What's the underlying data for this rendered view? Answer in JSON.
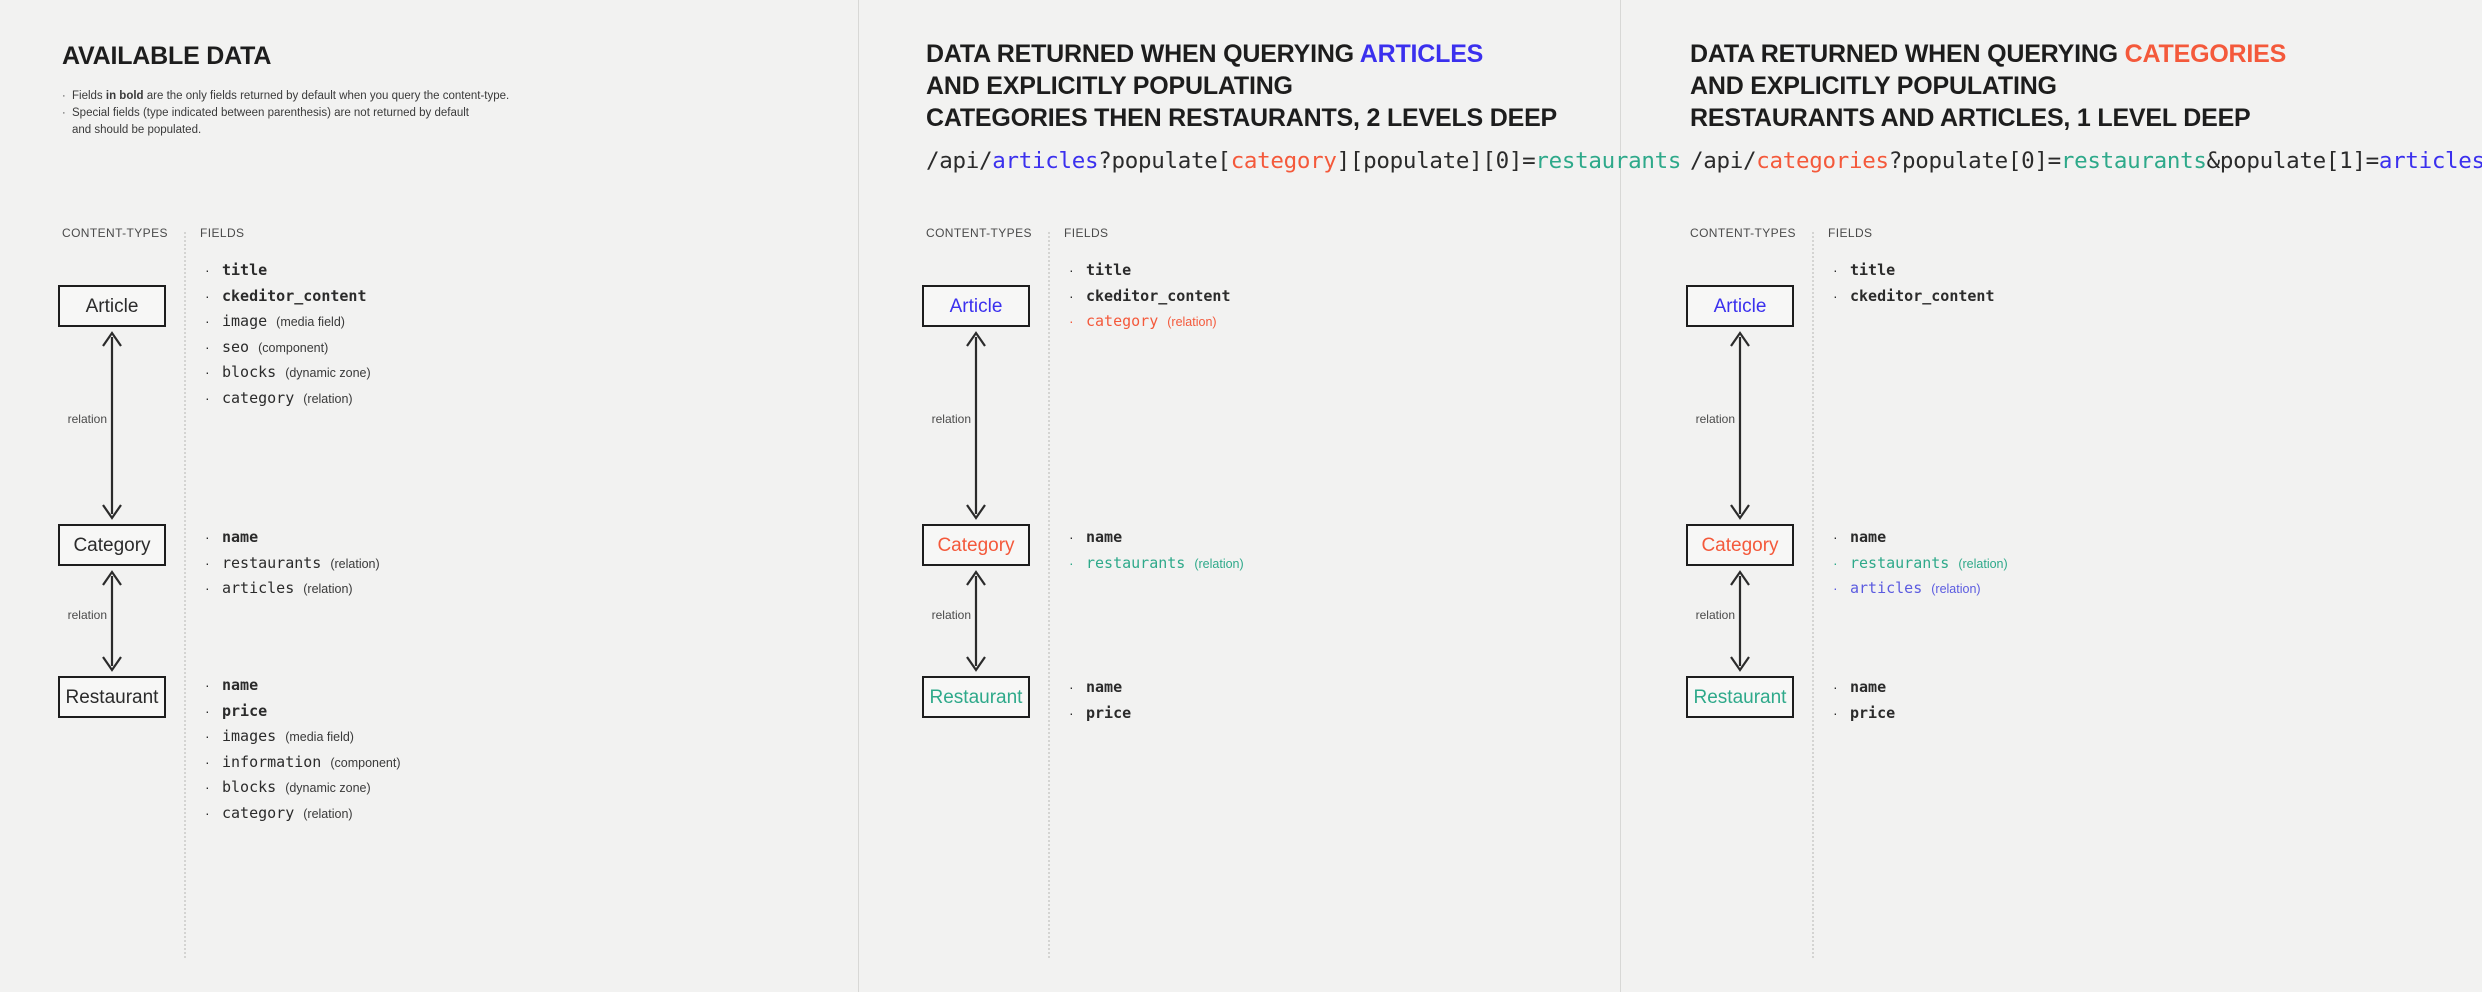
{
  "colors": {
    "background": "#f2f2f1",
    "text": "#1d1d1d",
    "articles_blue": "#3b30ee",
    "categories_red": "#f4593b",
    "restaurants_teal": "#2ea98a",
    "box_border": "#1d1d1d",
    "divider": "#d4d4d2"
  },
  "columns": {
    "available": {
      "heading_prefix": "AVAILABLE DATA",
      "notes": [
        {
          "lead": "Fields ",
          "bold": "in bold",
          "tail": " are the only fields returned by default when you query the content-type."
        },
        {
          "lead": "Special fields (type indicated between parenthesis) are not returned by default",
          "bold": "",
          "tail": ""
        }
      ],
      "note_continuation": "and should be populated.",
      "label_content_types": "CONTENT-TYPES",
      "label_fields": "FIELDS",
      "nodes": [
        {
          "name": "Article",
          "color": "default"
        },
        {
          "name": "Category",
          "color": "default"
        },
        {
          "name": "Restaurant",
          "color": "default"
        }
      ],
      "relations": [
        "relation",
        "relation"
      ],
      "field_groups": [
        {
          "owner": "Article",
          "fields": [
            {
              "name": "title",
              "type": "",
              "bold": true,
              "color": "default"
            },
            {
              "name": "ckeditor_content",
              "type": "",
              "bold": true,
              "color": "default"
            },
            {
              "name": "image",
              "type": "(media field)",
              "bold": false,
              "color": "default"
            },
            {
              "name": "seo",
              "type": "(component)",
              "bold": false,
              "color": "default"
            },
            {
              "name": "blocks",
              "type": "(dynamic zone)",
              "bold": false,
              "color": "default"
            },
            {
              "name": "category",
              "type": "(relation)",
              "bold": false,
              "color": "default"
            }
          ]
        },
        {
          "owner": "Category",
          "fields": [
            {
              "name": "name",
              "type": "",
              "bold": true,
              "color": "default"
            },
            {
              "name": "restaurants",
              "type": "(relation)",
              "bold": false,
              "color": "default"
            },
            {
              "name": "articles",
              "type": "(relation)",
              "bold": false,
              "color": "default"
            }
          ]
        },
        {
          "owner": "Restaurant",
          "fields": [
            {
              "name": "name",
              "type": "",
              "bold": true,
              "color": "default"
            },
            {
              "name": "price",
              "type": "",
              "bold": true,
              "color": "default"
            },
            {
              "name": "images",
              "type": "(media field)",
              "bold": false,
              "color": "default"
            },
            {
              "name": "information",
              "type": "(component)",
              "bold": false,
              "color": "default"
            },
            {
              "name": "blocks",
              "type": "(dynamic zone)",
              "bold": false,
              "color": "default"
            },
            {
              "name": "category",
              "type": "(relation)",
              "bold": false,
              "color": "default"
            }
          ]
        }
      ]
    },
    "articles": {
      "heading_line1_prefix": "DATA RETURNED WHEN QUERYING ",
      "heading_line1_accent": "ARTICLES",
      "heading_line2": "AND EXPLICITLY POPULATING",
      "heading_line3": "CATEGORIES THEN RESTAURANTS, 2 LEVELS DEEP",
      "api": {
        "p1": "/api/",
        "p2": "articles",
        "p3": "?populate[",
        "p4": "category",
        "p5": "][populate][0]=",
        "p6": "restaurants"
      },
      "label_content_types": "CONTENT-TYPES",
      "label_fields": "FIELDS",
      "nodes": [
        {
          "name": "Article",
          "color": "blue"
        },
        {
          "name": "Category",
          "color": "red"
        },
        {
          "name": "Restaurant",
          "color": "teal"
        }
      ],
      "relations": [
        "relation",
        "relation"
      ],
      "field_groups": [
        {
          "owner": "Article",
          "fields": [
            {
              "name": "title",
              "type": "",
              "bold": true,
              "color": "default"
            },
            {
              "name": "ckeditor_content",
              "type": "",
              "bold": true,
              "color": "default"
            },
            {
              "name": "category",
              "type": "(relation)",
              "bold": false,
              "color": "red"
            }
          ]
        },
        {
          "owner": "Category",
          "fields": [
            {
              "name": "name",
              "type": "",
              "bold": true,
              "color": "default"
            },
            {
              "name": "restaurants",
              "type": "(relation)",
              "bold": false,
              "color": "teal"
            }
          ]
        },
        {
          "owner": "Restaurant",
          "fields": [
            {
              "name": "name",
              "type": "",
              "bold": true,
              "color": "default"
            },
            {
              "name": "price",
              "type": "",
              "bold": true,
              "color": "default"
            }
          ]
        }
      ]
    },
    "categories": {
      "heading_line1_prefix": "DATA RETURNED WHEN QUERYING ",
      "heading_line1_accent": "CATEGORIES",
      "heading_line2": "AND EXPLICITLY POPULATING",
      "heading_line3": "RESTAURANTS AND ARTICLES, 1 LEVEL DEEP",
      "api": {
        "p1": "/api/",
        "p2": "categories",
        "p3": "?populate[0]=",
        "p4": "restaurants",
        "p5": "&populate[1]=",
        "p6": "articles"
      },
      "label_content_types": "CONTENT-TYPES",
      "label_fields": "FIELDS",
      "nodes": [
        {
          "name": "Article",
          "color": "blue"
        },
        {
          "name": "Category",
          "color": "red"
        },
        {
          "name": "Restaurant",
          "color": "teal"
        }
      ],
      "relations": [
        "relation",
        "relation"
      ],
      "field_groups": [
        {
          "owner": "Article",
          "fields": [
            {
              "name": "title",
              "type": "",
              "bold": true,
              "color": "default"
            },
            {
              "name": "ckeditor_content",
              "type": "",
              "bold": true,
              "color": "default"
            }
          ]
        },
        {
          "owner": "Category",
          "fields": [
            {
              "name": "name",
              "type": "",
              "bold": true,
              "color": "default"
            },
            {
              "name": "restaurants",
              "type": "(relation)",
              "bold": false,
              "color": "teal"
            },
            {
              "name": "articles",
              "type": "(relation)",
              "bold": false,
              "color": "blue"
            }
          ]
        },
        {
          "owner": "Restaurant",
          "fields": [
            {
              "name": "name",
              "type": "",
              "bold": true,
              "color": "default"
            },
            {
              "name": "price",
              "type": "",
              "bold": true,
              "color": "default"
            }
          ]
        }
      ]
    }
  }
}
